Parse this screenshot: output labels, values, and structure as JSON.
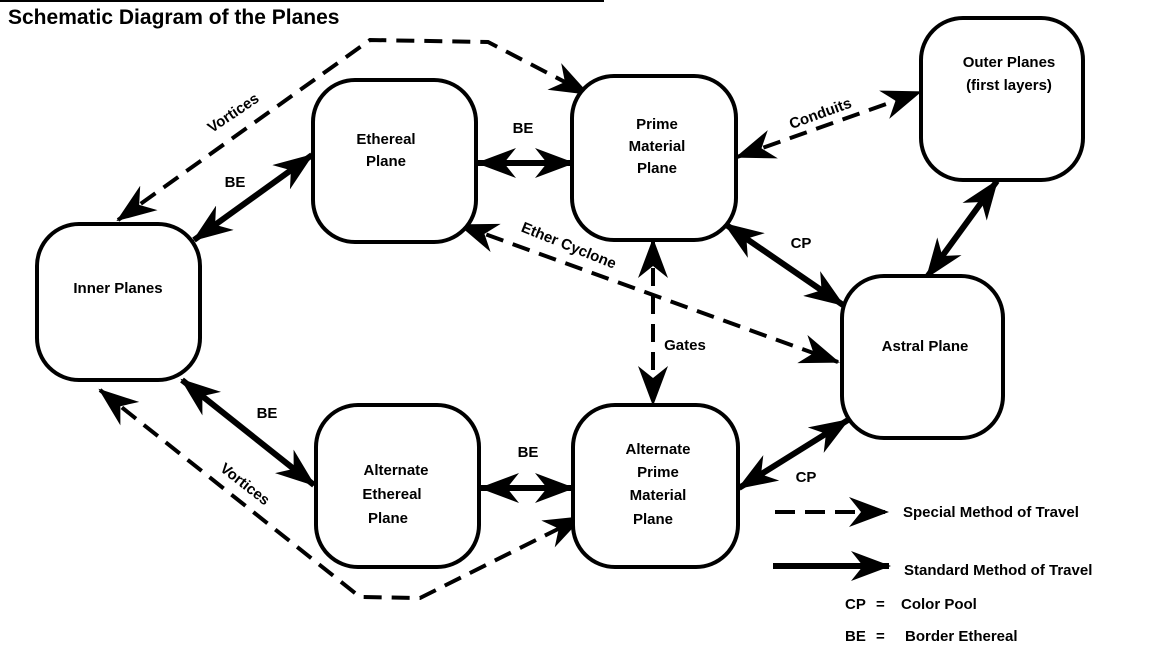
{
  "title": "Schematic Diagram of the Planes",
  "colors": {
    "ink": "#000000",
    "background": "#ffffff"
  },
  "nodes": [
    {
      "id": "inner",
      "lines": [
        "Inner Planes"
      ]
    },
    {
      "id": "ethereal",
      "lines": [
        "Ethereal",
        "Plane"
      ]
    },
    {
      "id": "prime",
      "lines": [
        "Prime",
        "Material",
        "Plane"
      ]
    },
    {
      "id": "outer",
      "lines": [
        "Outer Planes",
        "(first layers)"
      ]
    },
    {
      "id": "astral",
      "lines": [
        "Astral Plane"
      ]
    },
    {
      "id": "alt-ethereal",
      "lines": [
        "Alternate",
        "Ethereal",
        "Plane"
      ]
    },
    {
      "id": "alt-prime",
      "lines": [
        "Alternate",
        "Prime",
        "Material",
        "Plane"
      ]
    }
  ],
  "edges": [
    {
      "id": "vortices-top",
      "from": "inner",
      "to": "prime",
      "style": "special",
      "label": "Vortices",
      "direction": "both"
    },
    {
      "id": "be-inner-ethereal",
      "from": "inner",
      "to": "ethereal",
      "style": "standard",
      "label": "BE",
      "direction": "both"
    },
    {
      "id": "be-ethereal-prime",
      "from": "ethereal",
      "to": "prime",
      "style": "standard",
      "label": "BE",
      "direction": "both"
    },
    {
      "id": "conduits",
      "from": "prime",
      "to": "outer",
      "style": "special",
      "label": "Conduits",
      "direction": "both"
    },
    {
      "id": "cp-prime-astral",
      "from": "prime",
      "to": "astral",
      "style": "standard",
      "label": "CP",
      "direction": "both"
    },
    {
      "id": "outer-astral",
      "from": "outer",
      "to": "astral",
      "style": "standard",
      "label": "",
      "direction": "both"
    },
    {
      "id": "ether-cyclone",
      "from": "ethereal",
      "to": "astral",
      "style": "special",
      "label": "Ether Cyclone",
      "direction": "both"
    },
    {
      "id": "gates",
      "from": "prime",
      "to": "alt-prime",
      "style": "special",
      "label": "Gates",
      "direction": "both"
    },
    {
      "id": "be-inner-alt-ethereal",
      "from": "inner",
      "to": "alt-ethereal",
      "style": "standard",
      "label": "BE",
      "direction": "both"
    },
    {
      "id": "vortices-bottom",
      "from": "inner",
      "to": "alt-prime",
      "style": "special",
      "label": "Vortices",
      "direction": "both"
    },
    {
      "id": "be-alt-ethereal-alt-prime",
      "from": "alt-ethereal",
      "to": "alt-prime",
      "style": "standard",
      "label": "BE",
      "direction": "both"
    },
    {
      "id": "cp-alt-prime-astral",
      "from": "alt-prime",
      "to": "astral",
      "style": "standard",
      "label": "CP",
      "direction": "both"
    }
  ],
  "legend": {
    "special": "Special Method of Travel",
    "standard": "Standard Method of Travel",
    "abbreviations": [
      {
        "abbr": "CP",
        "eq": "=",
        "meaning": "Color Pool"
      },
      {
        "abbr": "BE",
        "eq": "=",
        "meaning": "Border Ethereal"
      }
    ]
  }
}
